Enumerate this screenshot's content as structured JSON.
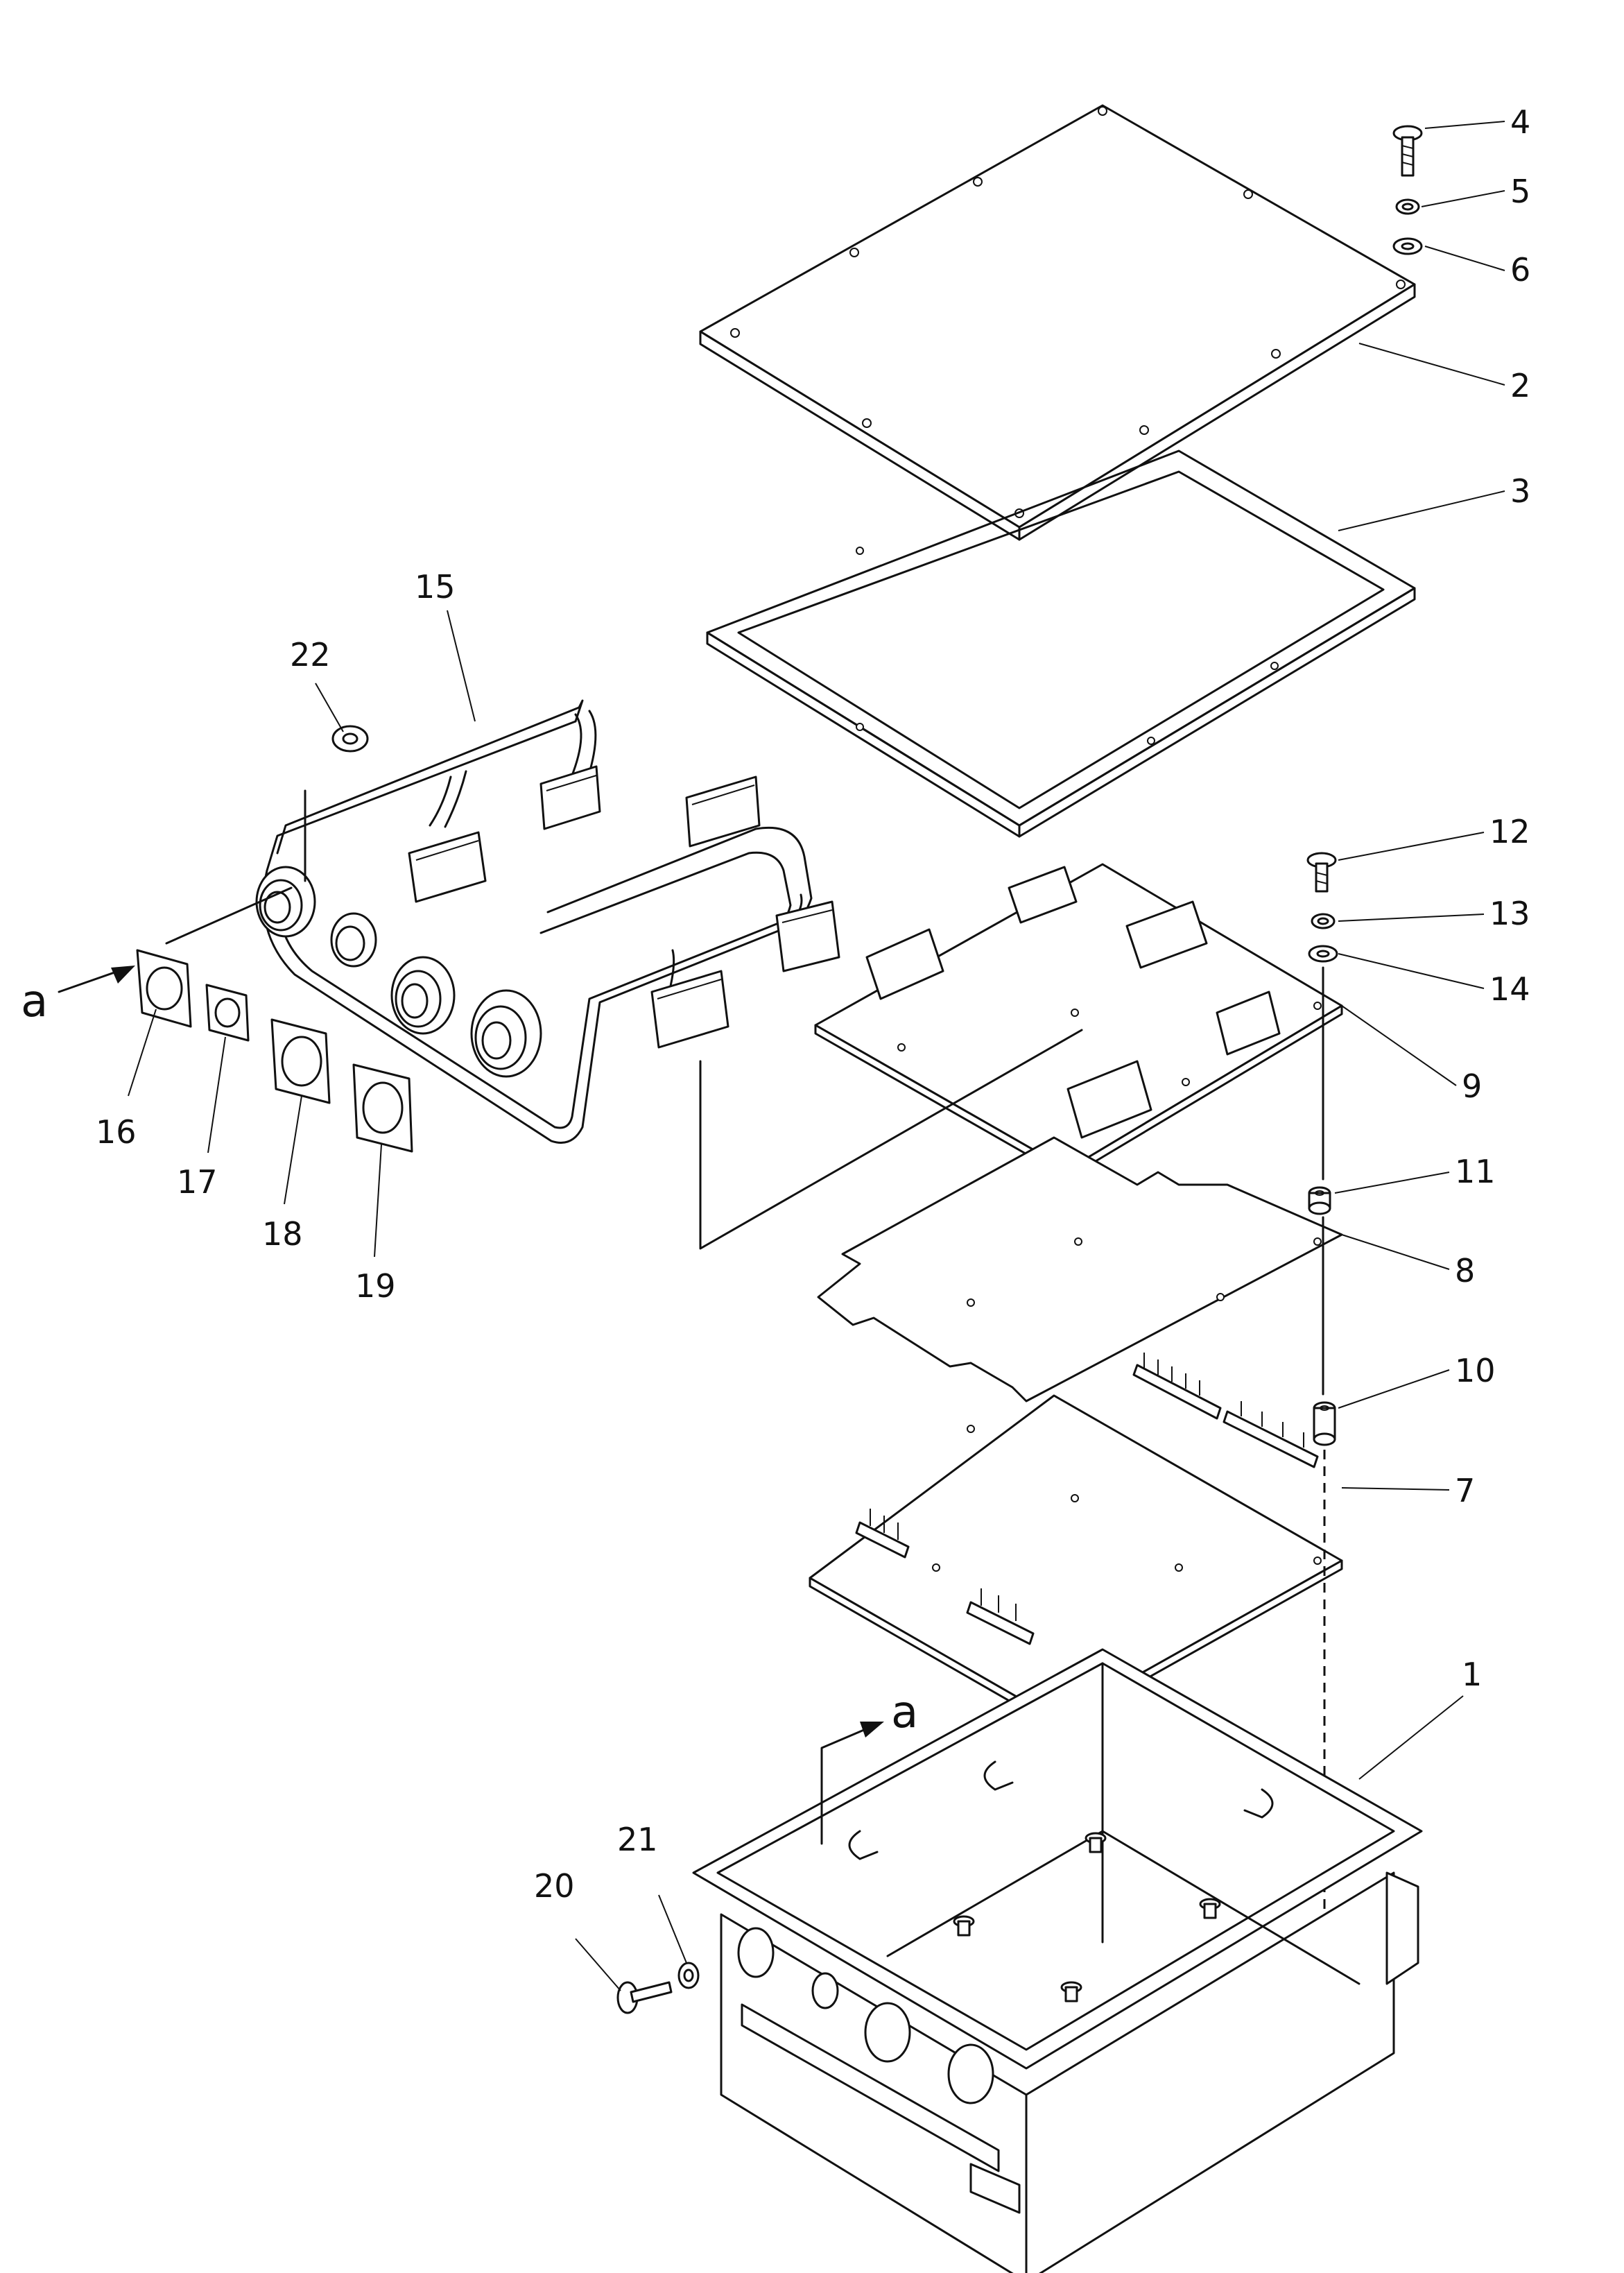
{
  "callouts": [
    {
      "id": "c1",
      "label": "1"
    },
    {
      "id": "c2",
      "label": "2"
    },
    {
      "id": "c3",
      "label": "3"
    },
    {
      "id": "c4",
      "label": "4"
    },
    {
      "id": "c5",
      "label": "5"
    },
    {
      "id": "c6",
      "label": "6"
    },
    {
      "id": "c7",
      "label": "7"
    },
    {
      "id": "c8",
      "label": "8"
    },
    {
      "id": "c9",
      "label": "9"
    },
    {
      "id": "c10",
      "label": "10"
    },
    {
      "id": "c11",
      "label": "11"
    },
    {
      "id": "c12",
      "label": "12"
    },
    {
      "id": "c13",
      "label": "13"
    },
    {
      "id": "c14",
      "label": "14"
    },
    {
      "id": "c15",
      "label": "15"
    },
    {
      "id": "c16",
      "label": "16"
    },
    {
      "id": "c17",
      "label": "17"
    },
    {
      "id": "c18",
      "label": "18"
    },
    {
      "id": "c19",
      "label": "19"
    },
    {
      "id": "c20",
      "label": "20"
    },
    {
      "id": "c21",
      "label": "21"
    },
    {
      "id": "c22",
      "label": "22"
    }
  ],
  "section_marker": {
    "label": "a"
  }
}
